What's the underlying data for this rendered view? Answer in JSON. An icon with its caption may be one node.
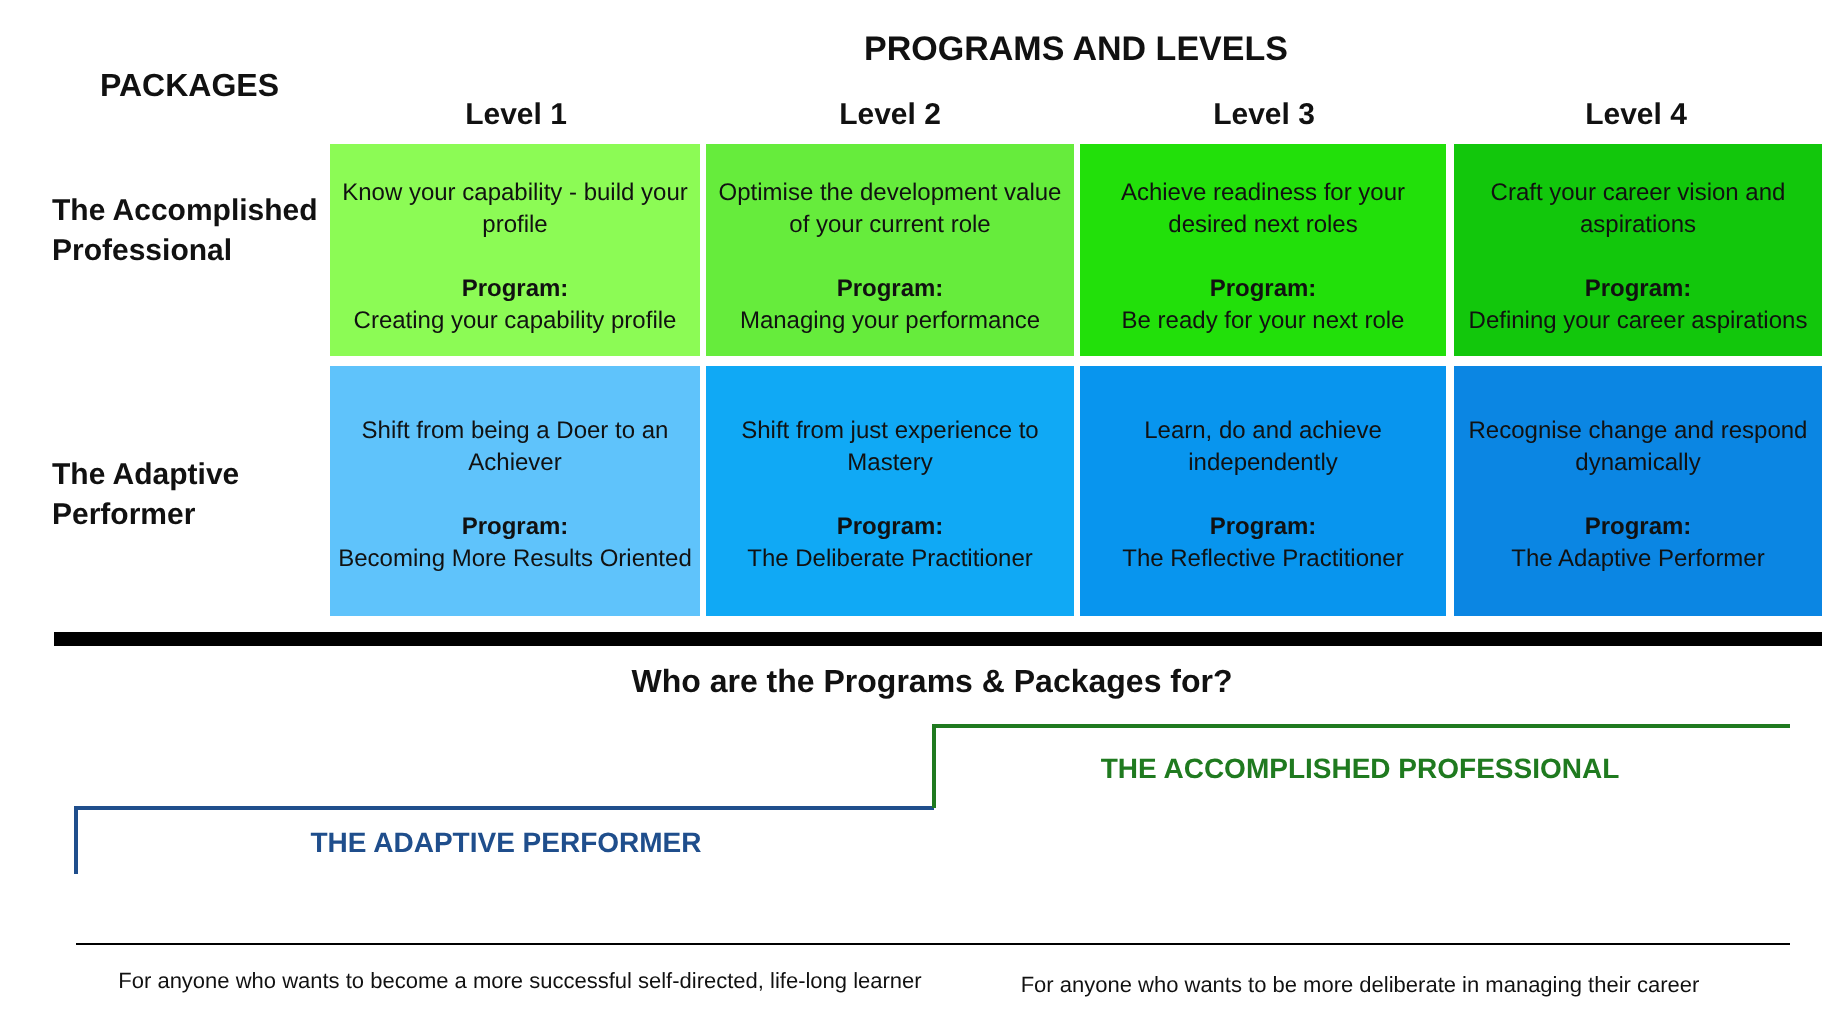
{
  "diagram": {
    "nodes": [
      {
        "text": [
          "Know your capability - build your profile",
          "Program:",
          "Creating your capability profile"
        ]
      },
      {
        "text": [
          "Optimise the development value of your current role",
          "Program:",
          "Managing your performance"
        ]
      },
      {
        "text": [
          "Achieve readiness for your desired next roles",
          "Program:",
          "Be ready for your next role"
        ]
      },
      {
        "text": [
          "Craft your career vision and aspirations",
          "Program:",
          "Defining your career aspirations"
        ]
      },
      {
        "text": [
          "Shift from being a Doer to an Achiever",
          "Program:",
          "Becoming More Results Oriented"
        ]
      },
      {
        "text": [
          "Shift from just experience to Mastery",
          "Program:",
          "The Deliberate Practitioner"
        ]
      },
      {
        "text": [
          "Learn, do and achieve independently",
          "Program:",
          "The Reflective Practitioner"
        ]
      },
      {
        "text": [
          "Recognise change and respond dynamically",
          "Program:",
          "The Adaptive Performer"
        ]
      }
    ],
    "labels": [
      "PROGRAMS AND LEVELS",
      "PACKAGES",
      "Level 1",
      "Level 2",
      "Level 3",
      "Level 4",
      "The Accomplished Professional",
      "The Adaptive Performer",
      "Who are the Programs & Packages for?",
      "THE ACCOMPLISHED PROFESSIONAL",
      "THE ADAPTIVE PERFORMER",
      "For anyone who wants to become a more successful self-directed, life-long learner",
      "For anyone who wants to be more deliberate in managing their career"
    ]
  }
}
